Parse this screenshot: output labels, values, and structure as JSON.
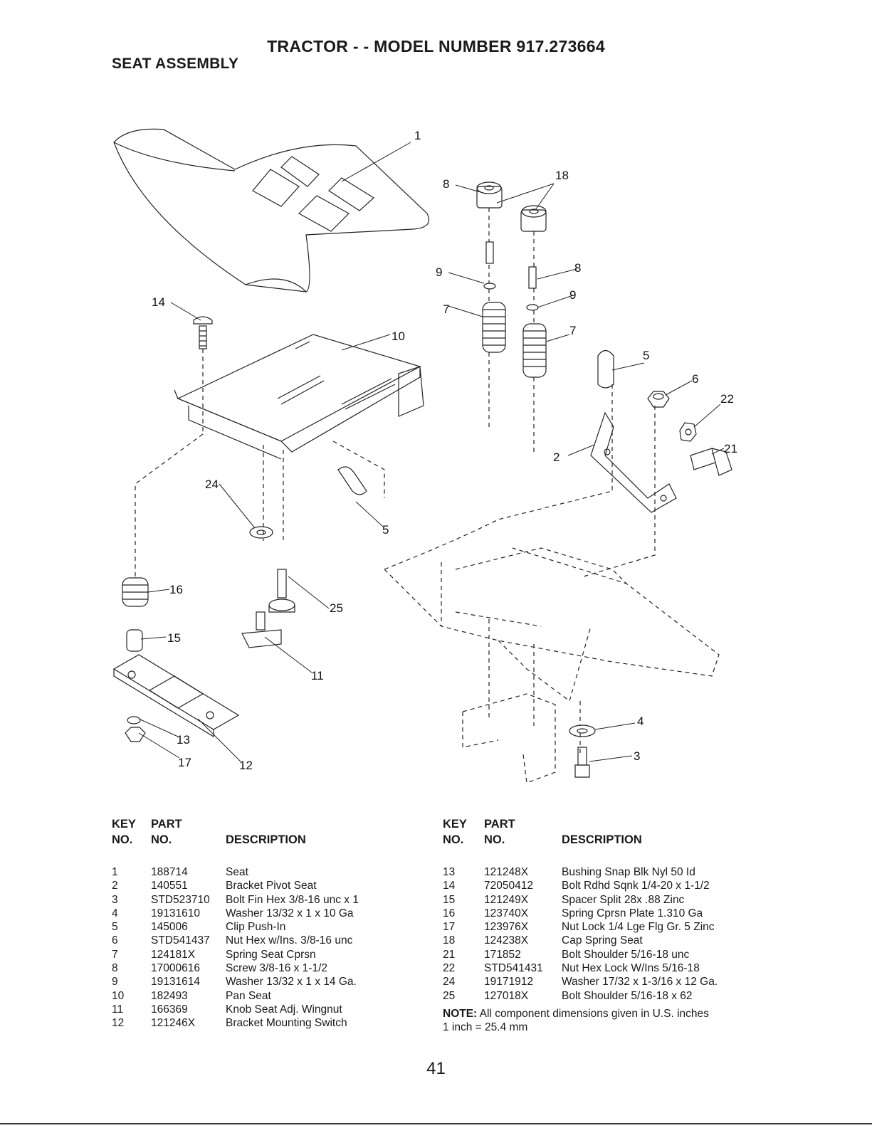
{
  "header": {
    "title": "TRACTOR - - MODEL NUMBER 917.273664",
    "subtitle": "SEAT ASSEMBLY"
  },
  "diagram": {
    "callouts": [
      "1",
      "18",
      "8",
      "9",
      "7",
      "8",
      "9",
      "7",
      "14",
      "10",
      "5",
      "6",
      "22",
      "21",
      "2",
      "24",
      "5",
      "16",
      "25",
      "15",
      "11",
      "13",
      "17",
      "12",
      "4",
      "3"
    ]
  },
  "table_header": {
    "key": "KEY",
    "no": "NO.",
    "part": "PART",
    "part_no": "NO.",
    "description": "DESCRIPTION"
  },
  "parts_left": [
    {
      "key": "1",
      "part": "188714",
      "desc": "Seat"
    },
    {
      "key": "2",
      "part": "140551",
      "desc": "Bracket Pivot Seat"
    },
    {
      "key": "3",
      "part": "STD523710",
      "desc": "Bolt Fin Hex 3/8-16 unc x 1"
    },
    {
      "key": "4",
      "part": "19131610",
      "desc": "Washer 13/32 x 1 x 10 Ga"
    },
    {
      "key": "5",
      "part": "145006",
      "desc": "Clip Push-In"
    },
    {
      "key": "6",
      "part": "STD541437",
      "desc": "Nut Hex w/Ins. 3/8-16 unc"
    },
    {
      "key": "7",
      "part": "124181X",
      "desc": "Spring Seat Cprsn"
    },
    {
      "key": "8",
      "part": "17000616",
      "desc": "Screw 3/8-16 x 1-1/2"
    },
    {
      "key": "9",
      "part": "19131614",
      "desc": "Washer 13/32 x 1 x 14 Ga."
    },
    {
      "key": "10",
      "part": "182493",
      "desc": "Pan Seat"
    },
    {
      "key": "11",
      "part": "166369",
      "desc": "Knob Seat Adj. Wingnut"
    },
    {
      "key": "12",
      "part": "121246X",
      "desc": "Bracket Mounting Switch"
    }
  ],
  "parts_right": [
    {
      "key": "13",
      "part": "121248X",
      "desc": "Bushing Snap Blk Nyl 50 Id"
    },
    {
      "key": "14",
      "part": "72050412",
      "desc": "Bolt Rdhd Sqnk 1/4-20 x 1-1/2"
    },
    {
      "key": "15",
      "part": "121249X",
      "desc": "Spacer Split 28x .88 Zinc"
    },
    {
      "key": "16",
      "part": "123740X",
      "desc": "Spring Cprsn Plate 1.310 Ga"
    },
    {
      "key": "17",
      "part": "123976X",
      "desc": "Nut Lock 1/4 Lge Flg Gr. 5 Zinc"
    },
    {
      "key": "18",
      "part": "124238X",
      "desc": "Cap Spring Seat"
    },
    {
      "key": "21",
      "part": "171852",
      "desc": "Bolt Shoulder 5/16-18 unc"
    },
    {
      "key": "22",
      "part": "STD541431",
      "desc": "Nut Hex Lock W/Ins 5/16-18"
    },
    {
      "key": "24",
      "part": "19171912",
      "desc": "Washer 17/32 x 1-3/16 x 12 Ga."
    },
    {
      "key": "25",
      "part": "127018X",
      "desc": "Bolt Shoulder 5/16-18 x 62"
    }
  ],
  "note": {
    "label": "NOTE:",
    "text": "All component dimensions given in U.S. inches",
    "conversion": "1 inch = 25.4 mm"
  },
  "page_number": "41"
}
